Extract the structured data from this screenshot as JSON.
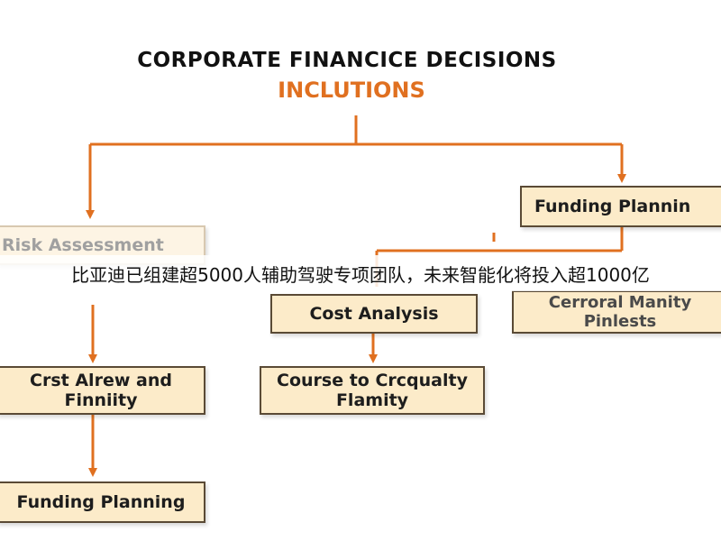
{
  "header": {
    "title": "CORPORATE FINANCICE DECISIONS",
    "subtitle": "INCLUTIONS"
  },
  "nodes": {
    "risk_assessment": "Risk Assessment",
    "funding_planning_top": "Funding Plannin",
    "cost_analysis": "Cost Analysis",
    "cerroral_manity": "Cerroral Manity\nPinlests",
    "crst_alrew": "Crst Alrew and\nFinniity",
    "course_to_crcqualty": "Course to Crcqualty\nFlamity",
    "funding_planning_bottom": "Funding Planning"
  },
  "overlay": {
    "caption": "比亚迪已组建超5000人辅助驾驶专项团队，未来智能化将投入超1000亿"
  },
  "colors": {
    "accent": "#e07020",
    "box_fill": "#fcebc9",
    "box_border": "#5a4a35"
  }
}
